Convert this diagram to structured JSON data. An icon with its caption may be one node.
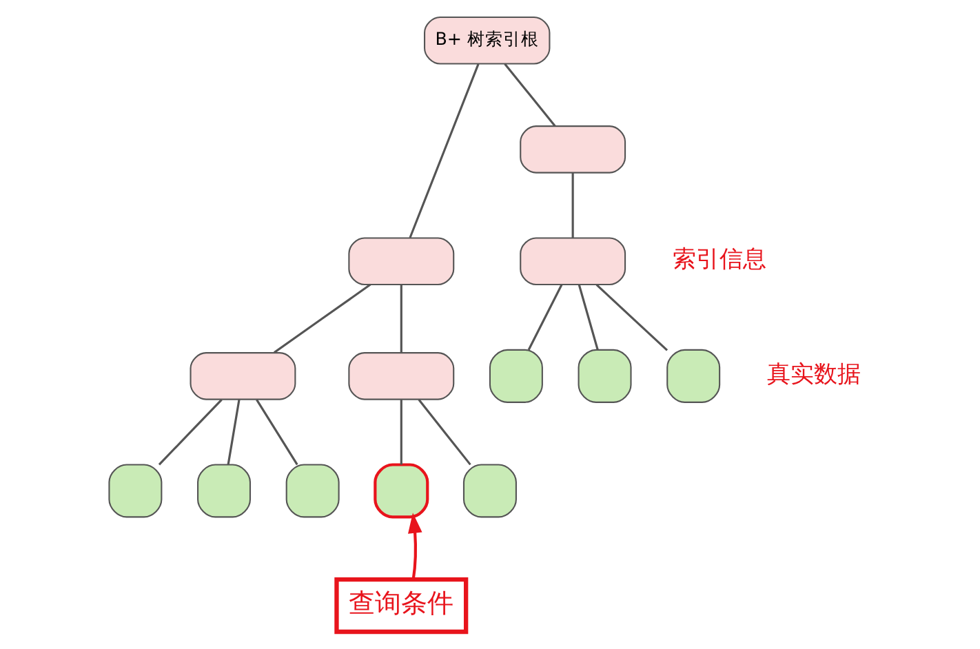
{
  "diagram": {
    "nodes": [
      {
        "text": [
          "B+ 树索引根"
        ]
      },
      {
        "text": [],
        "shape": "box"
      },
      {
        "text": [],
        "shape": "box"
      },
      {
        "text": [],
        "shape": "box"
      },
      {
        "text": [],
        "shape": "box"
      },
      {
        "text": [],
        "shape": "box"
      },
      {
        "text": [],
        "shape": "box"
      },
      {
        "text": [],
        "shape": "box"
      },
      {
        "text": [],
        "shape": "box"
      },
      {
        "text": [],
        "shape": "box"
      },
      {
        "text": [],
        "shape": "box"
      },
      {
        "text": [],
        "shape": "box"
      },
      {
        "text": [],
        "shape": "box"
      },
      {
        "text": [],
        "shape": "box"
      },
      {
        "text": [
          "查询条件"
        ]
      }
    ],
    "edges": [
      {
        "from": 0,
        "to": 1,
        "arrow": "none"
      },
      {
        "from": 0,
        "to": 2,
        "arrow": "none"
      },
      {
        "from": 1,
        "to": 3,
        "arrow": "none"
      },
      {
        "from": 1,
        "to": 4,
        "arrow": "none"
      },
      {
        "from": 2,
        "to": 5,
        "arrow": "none"
      },
      {
        "from": 3,
        "to": 6,
        "arrow": "none"
      },
      {
        "from": 3,
        "to": 7,
        "arrow": "none"
      },
      {
        "from": 3,
        "to": 8,
        "arrow": "none"
      },
      {
        "from": 4,
        "to": 9,
        "arrow": "none"
      },
      {
        "from": 4,
        "to": 10,
        "arrow": "none"
      },
      {
        "from": 5,
        "to": 11,
        "arrow": "none"
      },
      {
        "from": 5,
        "to": 12,
        "arrow": "none"
      },
      {
        "from": 5,
        "to": 13,
        "arrow": "none"
      },
      {
        "from": 14,
        "to": 9,
        "arrow": "to",
        "color": "#e8141c"
      }
    ],
    "labels": [
      "索引信息",
      "真实数据"
    ]
  }
}
